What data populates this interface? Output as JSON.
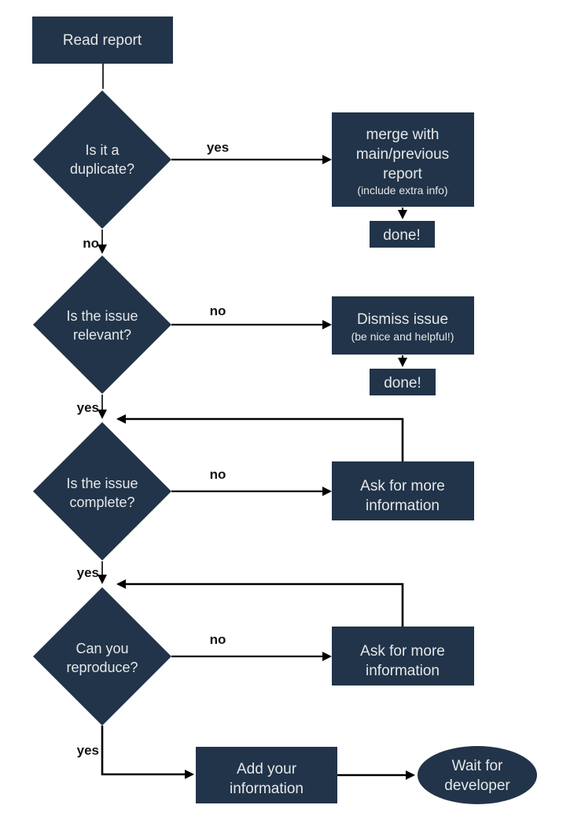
{
  "colors": {
    "background": "#ffffff",
    "node_fill": "#213449",
    "node_text": "#e6e7e8",
    "edge_color": "#000000",
    "label_color": "#111111"
  },
  "nodes": {
    "read_report": {
      "label": "Read report"
    },
    "is_duplicate": {
      "line1": "Is it a",
      "line2": "duplicate?"
    },
    "merge_report": {
      "line1": "merge with",
      "line2": "main/previous",
      "line3": "report",
      "note": "(include extra info)"
    },
    "done_merge": {
      "label": "done!"
    },
    "is_relevant": {
      "line1": "Is the issue",
      "line2": "relevant?"
    },
    "dismiss_issue": {
      "line1": "Dismiss issue",
      "note": "(be nice and helpful!)"
    },
    "done_dismiss": {
      "label": "done!"
    },
    "is_complete": {
      "line1": "Is the issue",
      "line2": "complete?"
    },
    "ask_more_info_1": {
      "line1": "Ask for more",
      "line2": "information"
    },
    "can_reproduce": {
      "line1": "Can you",
      "line2": "reproduce?"
    },
    "ask_more_info_2": {
      "line1": "Ask for more",
      "line2": "information"
    },
    "add_your_info": {
      "line1": "Add your",
      "line2": "information"
    },
    "wait_for_developer": {
      "line1": "Wait for",
      "line2": "developer"
    }
  },
  "edge_labels": {
    "duplicate_yes": "yes",
    "duplicate_no": "no",
    "relevant_no": "no",
    "relevant_yes": "yes",
    "complete_no": "no",
    "complete_yes": "yes",
    "reproduce_no": "no",
    "reproduce_yes": "yes"
  }
}
